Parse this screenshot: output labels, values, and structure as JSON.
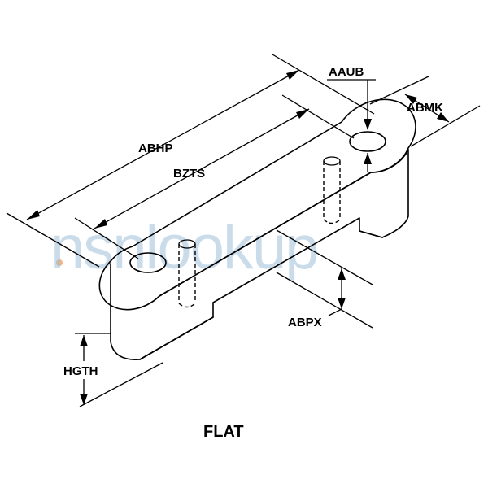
{
  "watermark": "nsnlookup",
  "caption": "FLAT",
  "dimensions": {
    "aaub": "AAUB",
    "abmk": "ABMK",
    "abhp": "ABHP",
    "bzts": "BZTS",
    "abpx": "ABPX",
    "hgth": "HGTH"
  }
}
